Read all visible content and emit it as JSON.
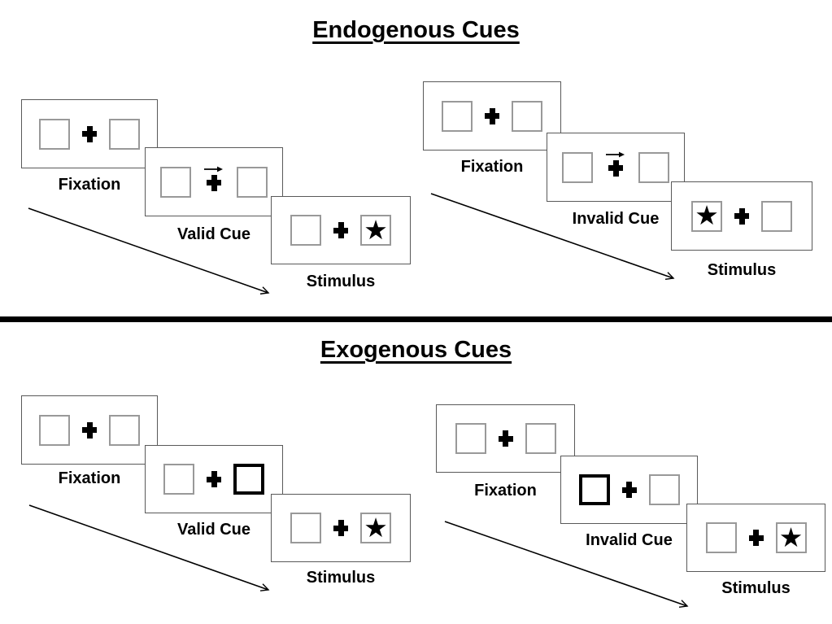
{
  "figure": {
    "background": "#ffffff",
    "colors": {
      "ink": "#000000",
      "panel_border": "#595959",
      "placeholder_border": "#999999",
      "cue_highlight_border": "#000000",
      "divider": "#000000"
    },
    "symbols": {
      "star": "★",
      "fixation_cross": "+",
      "cue_arrow_direction": "right"
    }
  },
  "sections": [
    {
      "id": "endogenous",
      "title": "Endogenous Cues",
      "trials": [
        {
          "id": "valid",
          "panels": [
            {
              "label": "Fixation"
            },
            {
              "label": "Valid Cue",
              "cue_type": "central-arrow",
              "cue_direction": "right"
            },
            {
              "label": "Stimulus",
              "star": "★",
              "star_side": "right"
            }
          ]
        },
        {
          "id": "invalid",
          "panels": [
            {
              "label": "Fixation"
            },
            {
              "label": "Invalid Cue",
              "cue_type": "central-arrow",
              "cue_direction": "right"
            },
            {
              "label": "Stimulus",
              "star": "★",
              "star_side": "left"
            }
          ]
        }
      ]
    },
    {
      "id": "exogenous",
      "title": "Exogenous Cues",
      "trials": [
        {
          "id": "valid",
          "panels": [
            {
              "label": "Fixation"
            },
            {
              "label": "Valid Cue",
              "cue_type": "box-highlight",
              "cued_side": "right"
            },
            {
              "label": "Stimulus",
              "star": "★",
              "star_side": "right"
            }
          ]
        },
        {
          "id": "invalid",
          "panels": [
            {
              "label": "Fixation"
            },
            {
              "label": "Invalid Cue",
              "cue_type": "box-highlight",
              "cued_side": "left"
            },
            {
              "label": "Stimulus",
              "star": "★",
              "star_side": "right"
            }
          ]
        }
      ]
    }
  ]
}
